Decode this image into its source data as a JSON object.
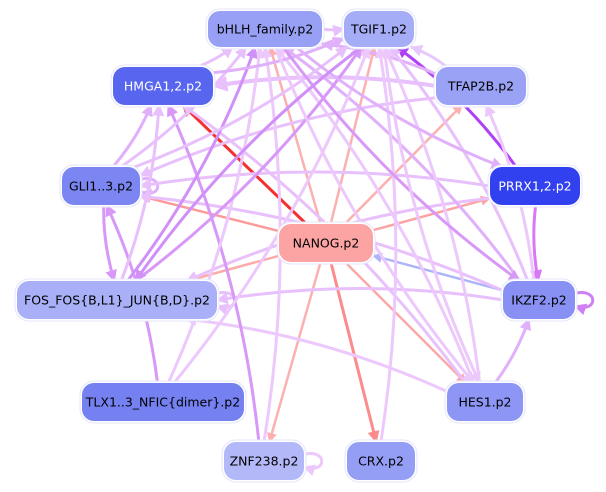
{
  "diagram": {
    "type": "directed-network",
    "nodes": [
      {
        "id": "bHLH_family.p2",
        "label": "bHLH_family.p2",
        "fill": "#97a0f5",
        "text_color": "#000000"
      },
      {
        "id": "TGIF1.p2",
        "label": "TGIF1.p2",
        "fill": "#a6adf7",
        "text_color": "#000000"
      },
      {
        "id": "HMGA1,2.p2",
        "label": "HMGA1,2.p2",
        "fill": "#5866ef",
        "text_color": "#ffffff"
      },
      {
        "id": "TFAP2B.p2",
        "label": "TFAP2B.p2",
        "fill": "#9aa2f5",
        "text_color": "#000000"
      },
      {
        "id": "GLI1..3.p2",
        "label": "GLI1..3.p2",
        "fill": "#7b86f2",
        "text_color": "#000000"
      },
      {
        "id": "PRRX1,2.p2",
        "label": "PRRX1,2.p2",
        "fill": "#3241ef",
        "text_color": "#ffffff"
      },
      {
        "id": "NANOG.p2",
        "label": "NANOG.p2",
        "fill": "#fca4a4",
        "text_color": "#000000"
      },
      {
        "id": "FOS_FOS{B,L1}_JUN{B,D}.p2",
        "label": "FOS_FOS{B,L1}_JUN{B,D}.p2",
        "fill": "#a9b0f7",
        "text_color": "#000000"
      },
      {
        "id": "IKZF2.p2",
        "label": "IKZF2.p2",
        "fill": "#8891f3",
        "text_color": "#000000"
      },
      {
        "id": "TLX1..3_NFIC{dimer}.p2",
        "label": "TLX1..3_NFIC{dimer}.p2",
        "fill": "#7580f1",
        "text_color": "#000000"
      },
      {
        "id": "HES1.p2",
        "label": "HES1.p2",
        "fill": "#8d96f4",
        "text_color": "#000000"
      },
      {
        "id": "ZNF238.p2",
        "label": "ZNF238.p2",
        "fill": "#b3b9f8",
        "text_color": "#000000"
      },
      {
        "id": "CRX.p2",
        "label": "CRX.p2",
        "fill": "#959ef5",
        "text_color": "#000000"
      }
    ],
    "edges": [
      {
        "from": "NANOG.p2",
        "to": "HMGA1,2.p2",
        "color": "#f53030",
        "weight": 3
      },
      {
        "from": "NANOG.p2",
        "to": "GLI1..3.p2",
        "color": "#fc9a9a",
        "weight": 2.5
      },
      {
        "from": "NANOG.p2",
        "to": "FOS_FOS{B,L1}_JUN{B,D}.p2",
        "color": "#fcabab",
        "weight": 2.5
      },
      {
        "from": "NANOG.p2",
        "to": "bHLH_family.p2",
        "color": "#fcb0b0",
        "weight": 2.5
      },
      {
        "from": "NANOG.p2",
        "to": "TGIF1.p2",
        "color": "#fcb0b0",
        "weight": 2.5
      },
      {
        "from": "NANOG.p2",
        "to": "TFAP2B.p2",
        "color": "#fcb0b0",
        "weight": 2.5
      },
      {
        "from": "NANOG.p2",
        "to": "PRRX1,2.p2",
        "color": "#fca4a4",
        "weight": 2.5
      },
      {
        "from": "NANOG.p2",
        "to": "HES1.p2",
        "color": "#fca8a8",
        "weight": 2.5
      },
      {
        "from": "NANOG.p2",
        "to": "CRX.p2",
        "color": "#fc8c8c",
        "weight": 3
      },
      {
        "from": "NANOG.p2",
        "to": "ZNF238.p2",
        "color": "#fcb0b0",
        "weight": 2.5
      },
      {
        "from": "IKZF2.p2",
        "to": "NANOG.p2",
        "color": "#adb4f8",
        "weight": 2.5
      },
      {
        "from": "PRRX1,2.p2",
        "to": "IKZF2.p2",
        "color": "#d878f5",
        "weight": 3
      },
      {
        "from": "PRRX1,2.p2",
        "to": "TGIF1.p2",
        "color": "#b040f5",
        "weight": 3
      },
      {
        "from": "IKZF2.p2",
        "to": "IKZF2.p2",
        "color": "#d080f5",
        "weight": 3
      },
      {
        "from": "GLI1..3.p2",
        "to": "GLI1..3.p2",
        "color": "#e0b0fa",
        "weight": 3
      },
      {
        "from": "ZNF238.p2",
        "to": "ZNF238.p2",
        "color": "#ecc8fc",
        "weight": 3
      },
      {
        "from": "bHLH_family.p2",
        "to": "TGIF1.p2",
        "color": "#e8c0fc",
        "weight": 3
      },
      {
        "from": "FOS_FOS{B,L1}_JUN{B,D}.p2",
        "to": "FOS_FOS{B,L1}_JUN{B,D}.p2",
        "color": "#e8c0fc",
        "weight": 3
      },
      {
        "from": "GLI1..3.p2",
        "to": "FOS_FOS{B,L1}_JUN{B,D}.p2",
        "color": "#d898f8",
        "weight": 3
      },
      {
        "from": "TFAP2B.p2",
        "to": "HMGA1,2.p2",
        "color": "#e8c0fc",
        "weight": 4
      },
      {
        "from": "TFAP2B.p2",
        "to": "bHLH_family.p2",
        "color": "#e0b0fa",
        "weight": 3
      },
      {
        "from": "TFAP2B.p2",
        "to": "TGIF1.p2",
        "color": "#e8c8fc",
        "weight": 3
      },
      {
        "from": "TFAP2B.p2",
        "to": "GLI1..3.p2",
        "color": "#e8c0fc",
        "weight": 3
      },
      {
        "from": "PRRX1,2.p2",
        "to": "GLI1..3.p2",
        "color": "#e8c0fc",
        "weight": 3
      },
      {
        "from": "PRRX1,2.p2",
        "to": "FOS_FOS{B,L1}_JUN{B,D}.p2",
        "color": "#e8c0fc",
        "weight": 3
      },
      {
        "from": "IKZF2.p2",
        "to": "bHLH_family.p2",
        "color": "#e0b0fa",
        "weight": 3
      },
      {
        "from": "IKZF2.p2",
        "to": "TGIF1.p2",
        "color": "#e8c0fc",
        "weight": 3
      },
      {
        "from": "IKZF2.p2",
        "to": "GLI1..3.p2",
        "color": "#e8c0fc",
        "weight": 3
      },
      {
        "from": "IKZF2.p2",
        "to": "FOS_FOS{B,L1}_JUN{B,D}.p2",
        "color": "#e8c0fc",
        "weight": 3
      },
      {
        "from": "IKZF2.p2",
        "to": "TFAP2B.p2",
        "color": "#ecc8fc",
        "weight": 3
      },
      {
        "from": "HES1.p2",
        "to": "IKZF2.p2",
        "color": "#e0b0fa",
        "weight": 3
      },
      {
        "from": "HES1.p2",
        "to": "FOS_FOS{B,L1}_JUN{B,D}.p2",
        "color": "#ecc8fc",
        "weight": 3
      },
      {
        "from": "HES1.p2",
        "to": "bHLH_family.p2",
        "color": "#ecc8fc",
        "weight": 3
      },
      {
        "from": "HES1.p2",
        "to": "TGIF1.p2",
        "color": "#ecc8fc",
        "weight": 3
      },
      {
        "from": "HES1.p2",
        "to": "HMGA1,2.p2",
        "color": "#e8c0fc",
        "weight": 3
      },
      {
        "from": "CRX.p2",
        "to": "TGIF1.p2",
        "color": "#ecc8fc",
        "weight": 3
      },
      {
        "from": "ZNF238.p2",
        "to": "bHLH_family.p2",
        "color": "#ecc8fc",
        "weight": 3
      },
      {
        "from": "ZNF238.p2",
        "to": "HMGA1,2.p2",
        "color": "#d898f8",
        "weight": 3
      },
      {
        "from": "TLX1..3_NFIC{dimer}.p2",
        "to": "bHLH_family.p2",
        "color": "#ecc8fc",
        "weight": 3
      },
      {
        "from": "TLX1..3_NFIC{dimer}.p2",
        "to": "TGIF1.p2",
        "color": "#ecc8fc",
        "weight": 3
      },
      {
        "from": "TLX1..3_NFIC{dimer}.p2",
        "to": "GLI1..3.p2",
        "color": "#d898f8",
        "weight": 3
      },
      {
        "from": "FOS_FOS{B,L1}_JUN{B,D}.p2",
        "to": "bHLH_family.p2",
        "color": "#d090f8",
        "weight": 3
      },
      {
        "from": "FOS_FOS{B,L1}_JUN{B,D}.p2",
        "to": "TGIF1.p2",
        "color": "#d898f8",
        "weight": 3
      },
      {
        "from": "FOS_FOS{B,L1}_JUN{B,D}.p2",
        "to": "HMGA1,2.p2",
        "color": "#e8c0fc",
        "weight": 3
      },
      {
        "from": "GLI1..3.p2",
        "to": "HMGA1,2.p2",
        "color": "#e0b0fa",
        "weight": 3
      },
      {
        "from": "GLI1..3.p2",
        "to": "bHLH_family.p2",
        "color": "#e8c0fc",
        "weight": 3
      },
      {
        "from": "GLI1..3.p2",
        "to": "TGIF1.p2",
        "color": "#e8c0fc",
        "weight": 3
      },
      {
        "from": "HMGA1,2.p2",
        "to": "bHLH_family.p2",
        "color": "#e8c0fc",
        "weight": 3
      },
      {
        "from": "HMGA1,2.p2",
        "to": "TGIF1.p2",
        "color": "#e0b0fa",
        "weight": 3
      },
      {
        "from": "bHLH_family.p2",
        "to": "PRRX1,2.p2",
        "color": "#e0b0fa",
        "weight": 3
      },
      {
        "from": "bHLH_family.p2",
        "to": "IKZF2.p2",
        "color": "#d898f8",
        "weight": 3
      },
      {
        "from": "TGIF1.p2",
        "to": "HES1.p2",
        "color": "#ecc8fc",
        "weight": 3
      },
      {
        "from": "bHLH_family.p2",
        "to": "HES1.p2",
        "color": "#ecc8fc",
        "weight": 3
      },
      {
        "from": "TGIF1.p2",
        "to": "FOS_FOS{B,L1}_JUN{B,D}.p2",
        "color": "#d090f8",
        "weight": 3
      }
    ]
  }
}
